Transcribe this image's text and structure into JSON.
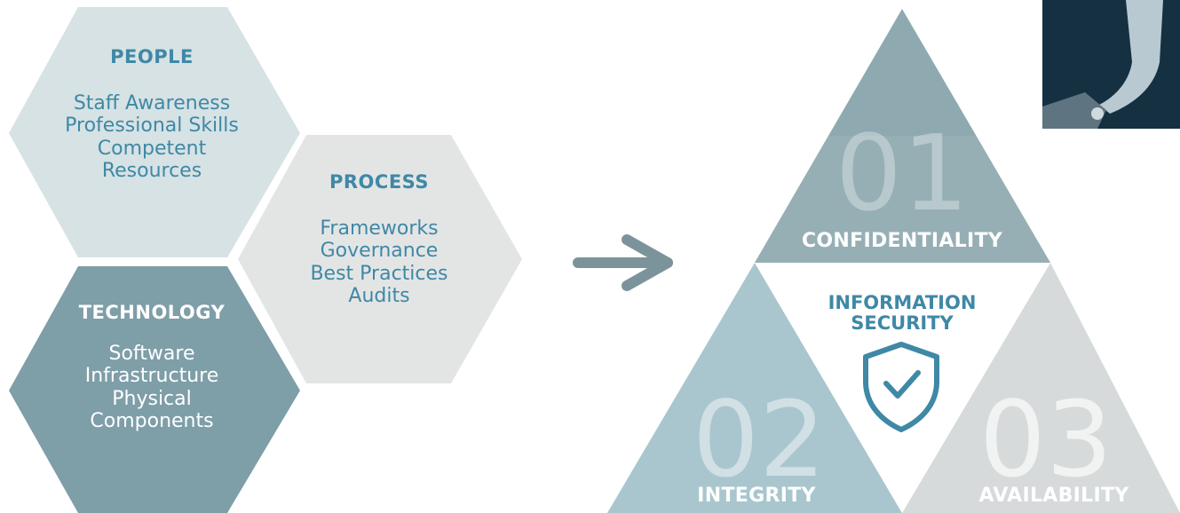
{
  "people": {
    "title": "PEOPLE",
    "items": [
      "Staff Awareness",
      "Professional Skills",
      "Competent",
      "Resources"
    ]
  },
  "process": {
    "title": "PROCESS",
    "items": [
      "Frameworks",
      "Governance",
      "Best Practices",
      "Audits"
    ]
  },
  "technology": {
    "title": "TECHNOLOGY",
    "items": [
      "Software",
      "Infrastructure",
      "Physical",
      "Components"
    ]
  },
  "triad": {
    "top": {
      "number": "01",
      "label": "CONFIDENTIALITY"
    },
    "left": {
      "number": "02",
      "label": "INTEGRITY"
    },
    "right": {
      "number": "03",
      "label": "AVAILABILITY"
    },
    "center": {
      "line1": "INFORMATION",
      "line2": "SECURITY",
      "icon": "shield-check-icon"
    }
  },
  "colors": {
    "people_fill": "#d6e2e4",
    "process_fill": "#e3e5e5",
    "technology_fill": "#7e9ea8",
    "accent_text": "#3f88a6",
    "arrow": "#7b949c",
    "triangle_top": "#8ea9b0",
    "triangle_left": "#a9c6ce",
    "triangle_right": "#d6dada"
  }
}
